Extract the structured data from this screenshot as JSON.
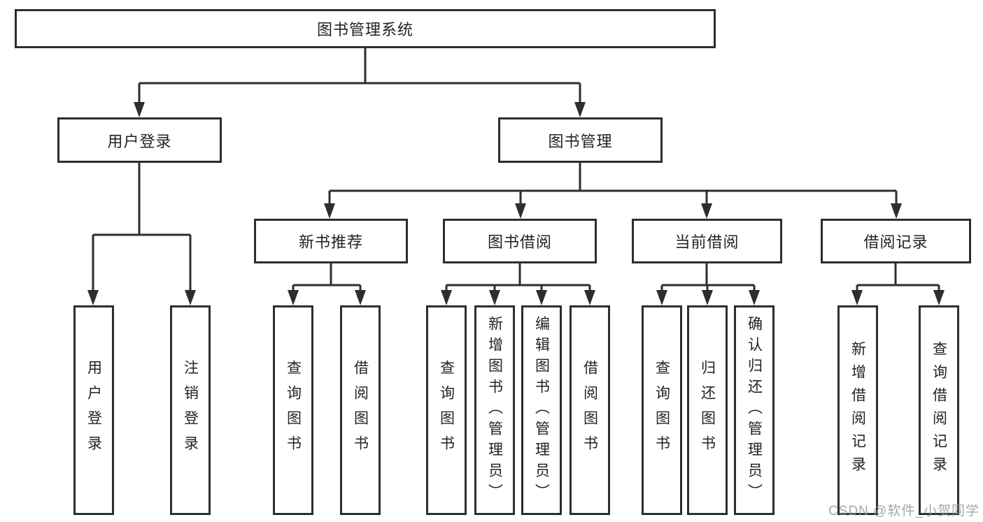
{
  "tree": {
    "root": "图书管理系统",
    "branches": [
      {
        "label": "用户登录",
        "children": [
          {
            "label": "用户登录"
          },
          {
            "label": "注销登录"
          }
        ]
      },
      {
        "label": "图书管理",
        "children": [
          {
            "label": "新书推荐",
            "children": [
              {
                "label": "查询图书"
              },
              {
                "label": "借阅图书"
              }
            ]
          },
          {
            "label": "图书借阅",
            "children": [
              {
                "label": "查询图书"
              },
              {
                "label": "新增图书（管理员）"
              },
              {
                "label": "编辑图书（管理员）"
              },
              {
                "label": "借阅图书"
              }
            ]
          },
          {
            "label": "当前借阅",
            "children": [
              {
                "label": "查询图书"
              },
              {
                "label": "归还图书"
              },
              {
                "label": "确认归还（管理员）"
              }
            ]
          },
          {
            "label": "借阅记录",
            "children": [
              {
                "label": "新增借阅记录"
              },
              {
                "label": "查询借阅记录"
              }
            ]
          }
        ]
      }
    ]
  },
  "watermark": {
    "text": "CSDN @软件_小贺同学"
  },
  "colors": {
    "line": "#2e2e2e",
    "text": "#232323",
    "watermark": "#969696",
    "background": "#ffffff"
  }
}
